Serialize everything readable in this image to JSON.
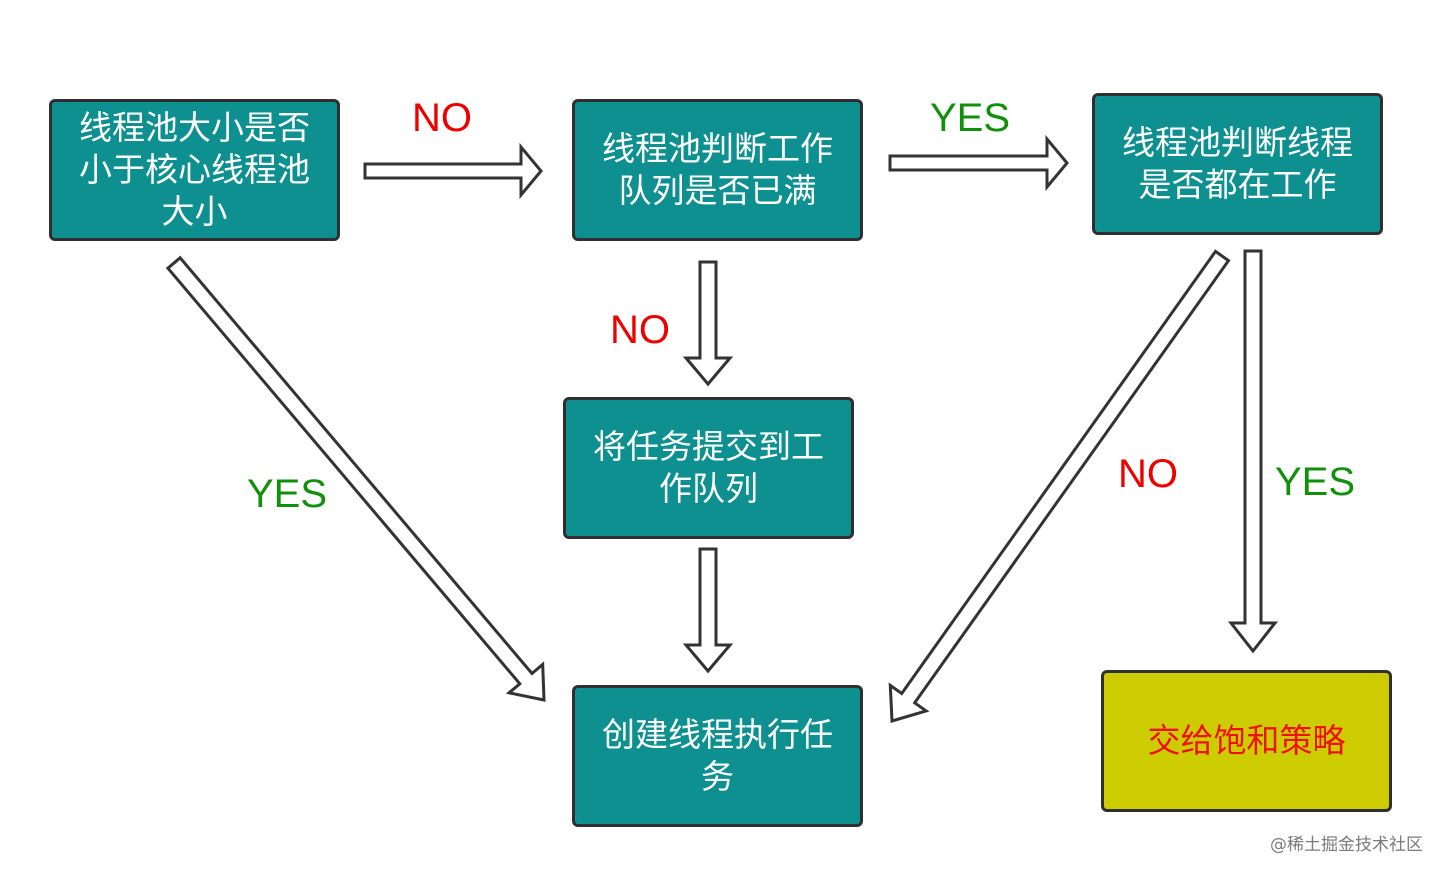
{
  "nodes": {
    "check_core": "线程池大小是否小于核心线程池大小",
    "check_queue": "线程池判断工作队列是否已满",
    "check_busy": "线程池判断线程是否都在工作",
    "enqueue": "将任务提交到工作队列",
    "create_thread": "创建线程执行任务",
    "reject": "交给饱和策略"
  },
  "labels": {
    "core_to_queue": "NO",
    "queue_to_busy": "YES",
    "queue_to_enqueue": "NO",
    "core_to_create": "YES",
    "busy_to_create": "NO",
    "busy_to_reject": "YES"
  },
  "colors": {
    "box_fill": "#0e9090",
    "final_fill": "#cccc00",
    "final_text": "#ee1111",
    "no_label": "#ee0000",
    "yes_label": "#11900b"
  },
  "watermark": "@稀土掘金技术社区"
}
